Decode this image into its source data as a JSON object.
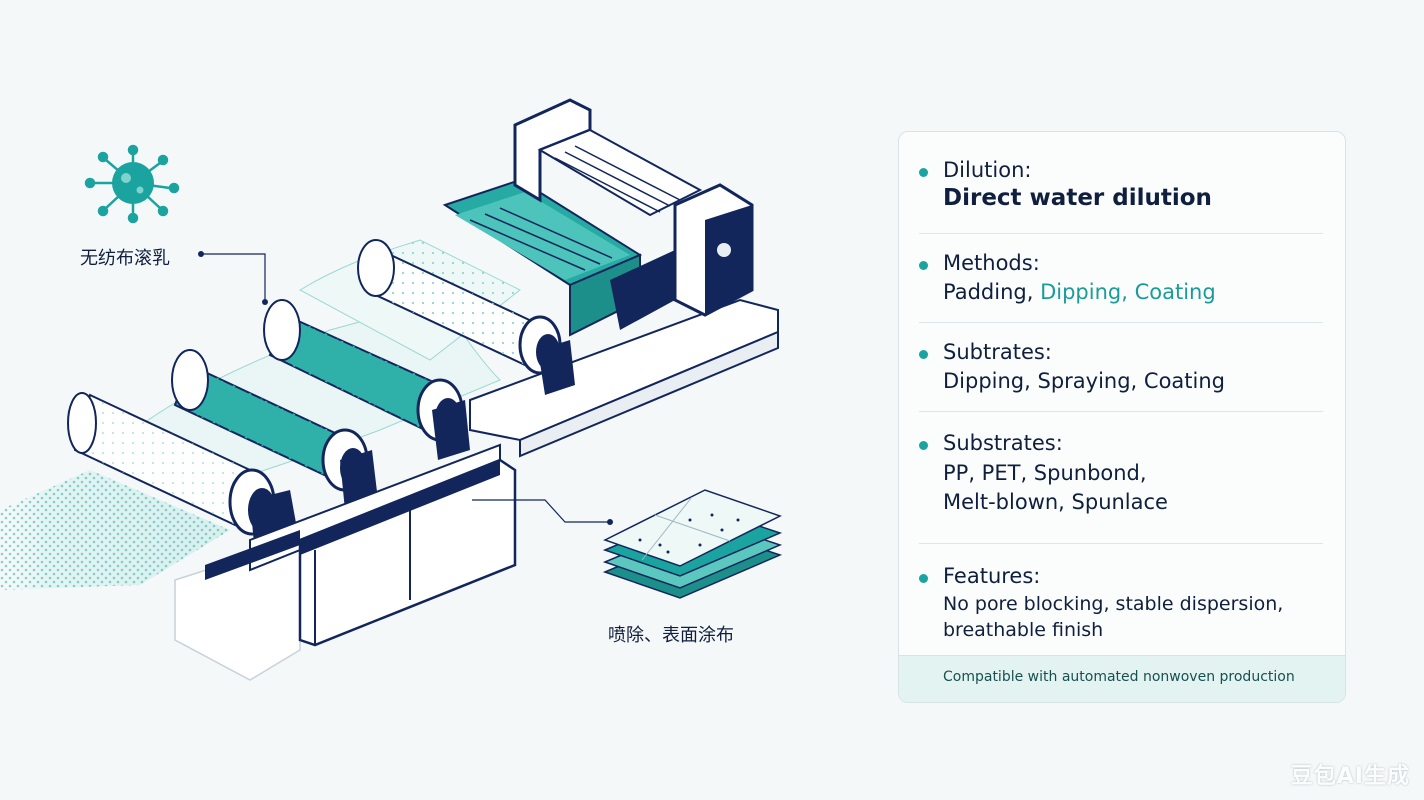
{
  "callouts": {
    "emulsion": "无纺布滚乳",
    "spray": "喷除、表面涂布"
  },
  "panel": {
    "dilution": {
      "title": "Dilution:",
      "value": "Direct water dilution"
    },
    "methods": {
      "title": "Methods:",
      "value_plain": "Padding,",
      "value_accent": "Dipping, Coating"
    },
    "subtrates": {
      "title": "Subtrates:",
      "value": "Dipping, Spraying, Coating"
    },
    "substrates": {
      "title": "Substrates:",
      "line1": "PP, PET, Spunbond,",
      "line2": "Melt-blown, Spunlace"
    },
    "features": {
      "title": "Features:",
      "line1": "No pore blocking, stable dispersion,",
      "line2": "breathable finish"
    },
    "footer": "Compatible with automated nonwoven production"
  },
  "watermark": "豆包AI生成",
  "colors": {
    "navy": "#13265c",
    "teal": "#1aa39f",
    "light_teal": "#7fd3cd",
    "panel_bg": "#fbfdfd"
  },
  "icons": {
    "virus": "virus-icon",
    "fabric_stack": "fabric-stack-icon"
  }
}
